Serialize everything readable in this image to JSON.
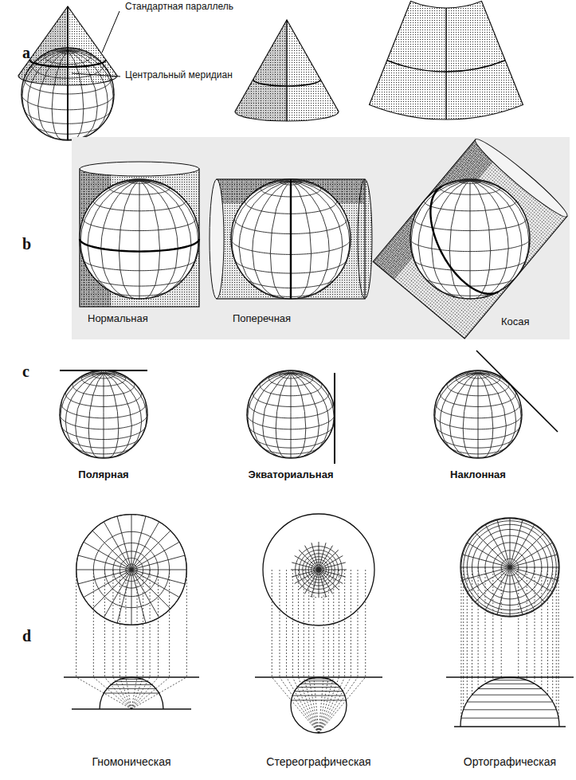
{
  "diagram": {
    "labels": [
      "a",
      "Стандартная параллель",
      "Центральный меридиан",
      "b",
      "Нормальная",
      "Поперечная",
      "Косая",
      "c",
      "Полярная",
      "Экваториальная",
      "Наклонная",
      "d",
      "Гномоническая",
      "Стереографическая",
      "Ортографическая"
    ]
  }
}
